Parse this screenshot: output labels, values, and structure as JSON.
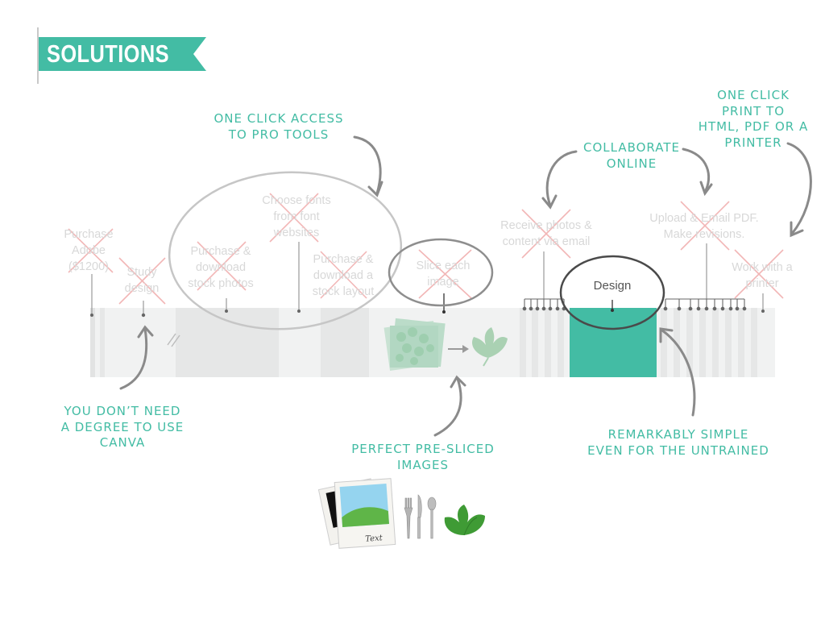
{
  "title": "SOLUTIONS",
  "colors": {
    "accent": "#43bca4",
    "muted_text": "#d8d8d8",
    "strike": "#f2b6b6"
  },
  "old_steps": [
    {
      "id": "purchase-adobe",
      "lines": [
        "Purchase",
        "Adobe",
        "($1200)"
      ]
    },
    {
      "id": "study-design",
      "lines": [
        "Study",
        "design"
      ]
    },
    {
      "id": "purchase-stock-photos",
      "lines": [
        "Purchase &",
        "download",
        "stock photos"
      ]
    },
    {
      "id": "choose-fonts",
      "lines": [
        "Choose fonts",
        "from font",
        "websites"
      ]
    },
    {
      "id": "purchase-stock-layout",
      "lines": [
        "Purchase &",
        "download a",
        "stock layout"
      ]
    },
    {
      "id": "slice-image",
      "lines": [
        "Slice each",
        "image"
      ]
    },
    {
      "id": "receive-photos",
      "lines": [
        "Receive photos &",
        "content via email"
      ]
    },
    {
      "id": "upload-email-pdf",
      "lines": [
        "Upload & Email PDF.",
        "Make revisions."
      ]
    },
    {
      "id": "work-with-printer",
      "lines": [
        "Work with a",
        "printer"
      ]
    }
  ],
  "design_label": "Design",
  "callouts": {
    "one_click_access": [
      "ONE CLICK ACCESS",
      "TO PRO TOOLS"
    ],
    "collaborate": [
      "COLLABORATE",
      "ONLINE"
    ],
    "one_click_print": [
      "ONE CLICK",
      "PRINT TO",
      "HTML, PDF OR A",
      "PRINTER"
    ],
    "no_degree": [
      "YOU DON’T NEED",
      "A DEGREE TO USE",
      "CANVA"
    ],
    "pre_sliced": [
      "PERFECT PRE-SLICED",
      "IMAGES"
    ],
    "simple": [
      "REMARKABLY SIMPLE",
      "EVEN FOR THE UNTRAINED"
    ]
  },
  "photo_caption": "Text",
  "icons": [
    "leaf-icon",
    "photo-frame-icon",
    "fork-icon",
    "knife-icon",
    "spoon-icon",
    "cursor-arrow-icon"
  ]
}
